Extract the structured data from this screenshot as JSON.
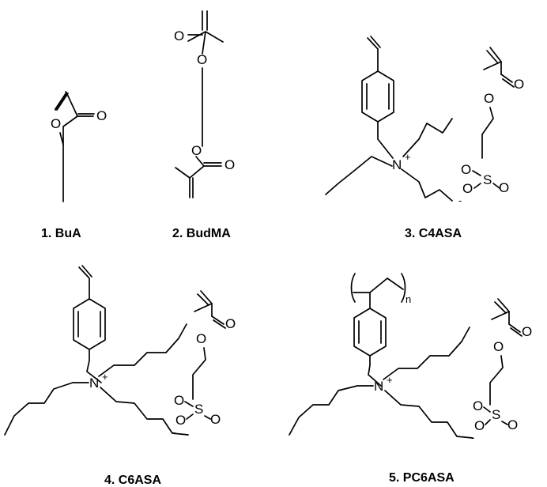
{
  "atoms": {
    "oxygen": "O",
    "nitrogen": "N",
    "sulfur": "S",
    "plus": "+",
    "minus": "-",
    "repeat": "n"
  },
  "captions": {
    "c1": "1. BuA",
    "c2": "2. BudMA",
    "c3": "3. C4ASA",
    "c4": "4. C6ASA",
    "c5": "5. PC6ASA"
  }
}
